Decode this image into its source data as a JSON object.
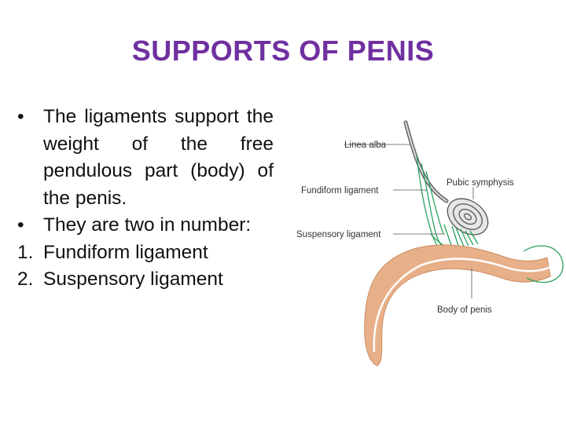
{
  "colors": {
    "title": "#7030a0",
    "penis_fill": "#e8b088",
    "ligament_stroke": "#2ca25f",
    "bone_stroke": "#555555"
  },
  "slide": {
    "title": "SUPPORTS OF PENIS",
    "bullets": [
      {
        "marker": "•",
        "text": "The ligaments support the weight of the free pendulous part (body) of the penis."
      },
      {
        "marker": "•",
        "text": "They are two in number:"
      }
    ],
    "numbered": [
      {
        "marker": "1.",
        "text": "Fundiform ligament"
      },
      {
        "marker": "2.",
        "text": "Suspensory ligament"
      }
    ]
  },
  "diagram": {
    "labels": {
      "linea_alba": "Linea alba",
      "pubic_symphysis": "Pubic symphysis",
      "fundiform_ligament": "Fundiform ligament",
      "suspensory_ligament": "Suspensory ligament",
      "body_of_penis": "Body of penis"
    }
  }
}
